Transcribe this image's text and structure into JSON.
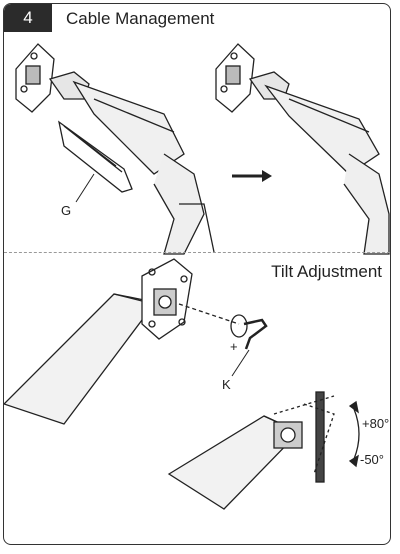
{
  "step": {
    "number": "4",
    "title": "Cable Management"
  },
  "tilt": {
    "title": "Tilt Adjustment"
  },
  "labels": {
    "part_g": "G",
    "part_k": "K",
    "plus": "+",
    "angle_up": "+80°",
    "angle_down": "-50°"
  }
}
